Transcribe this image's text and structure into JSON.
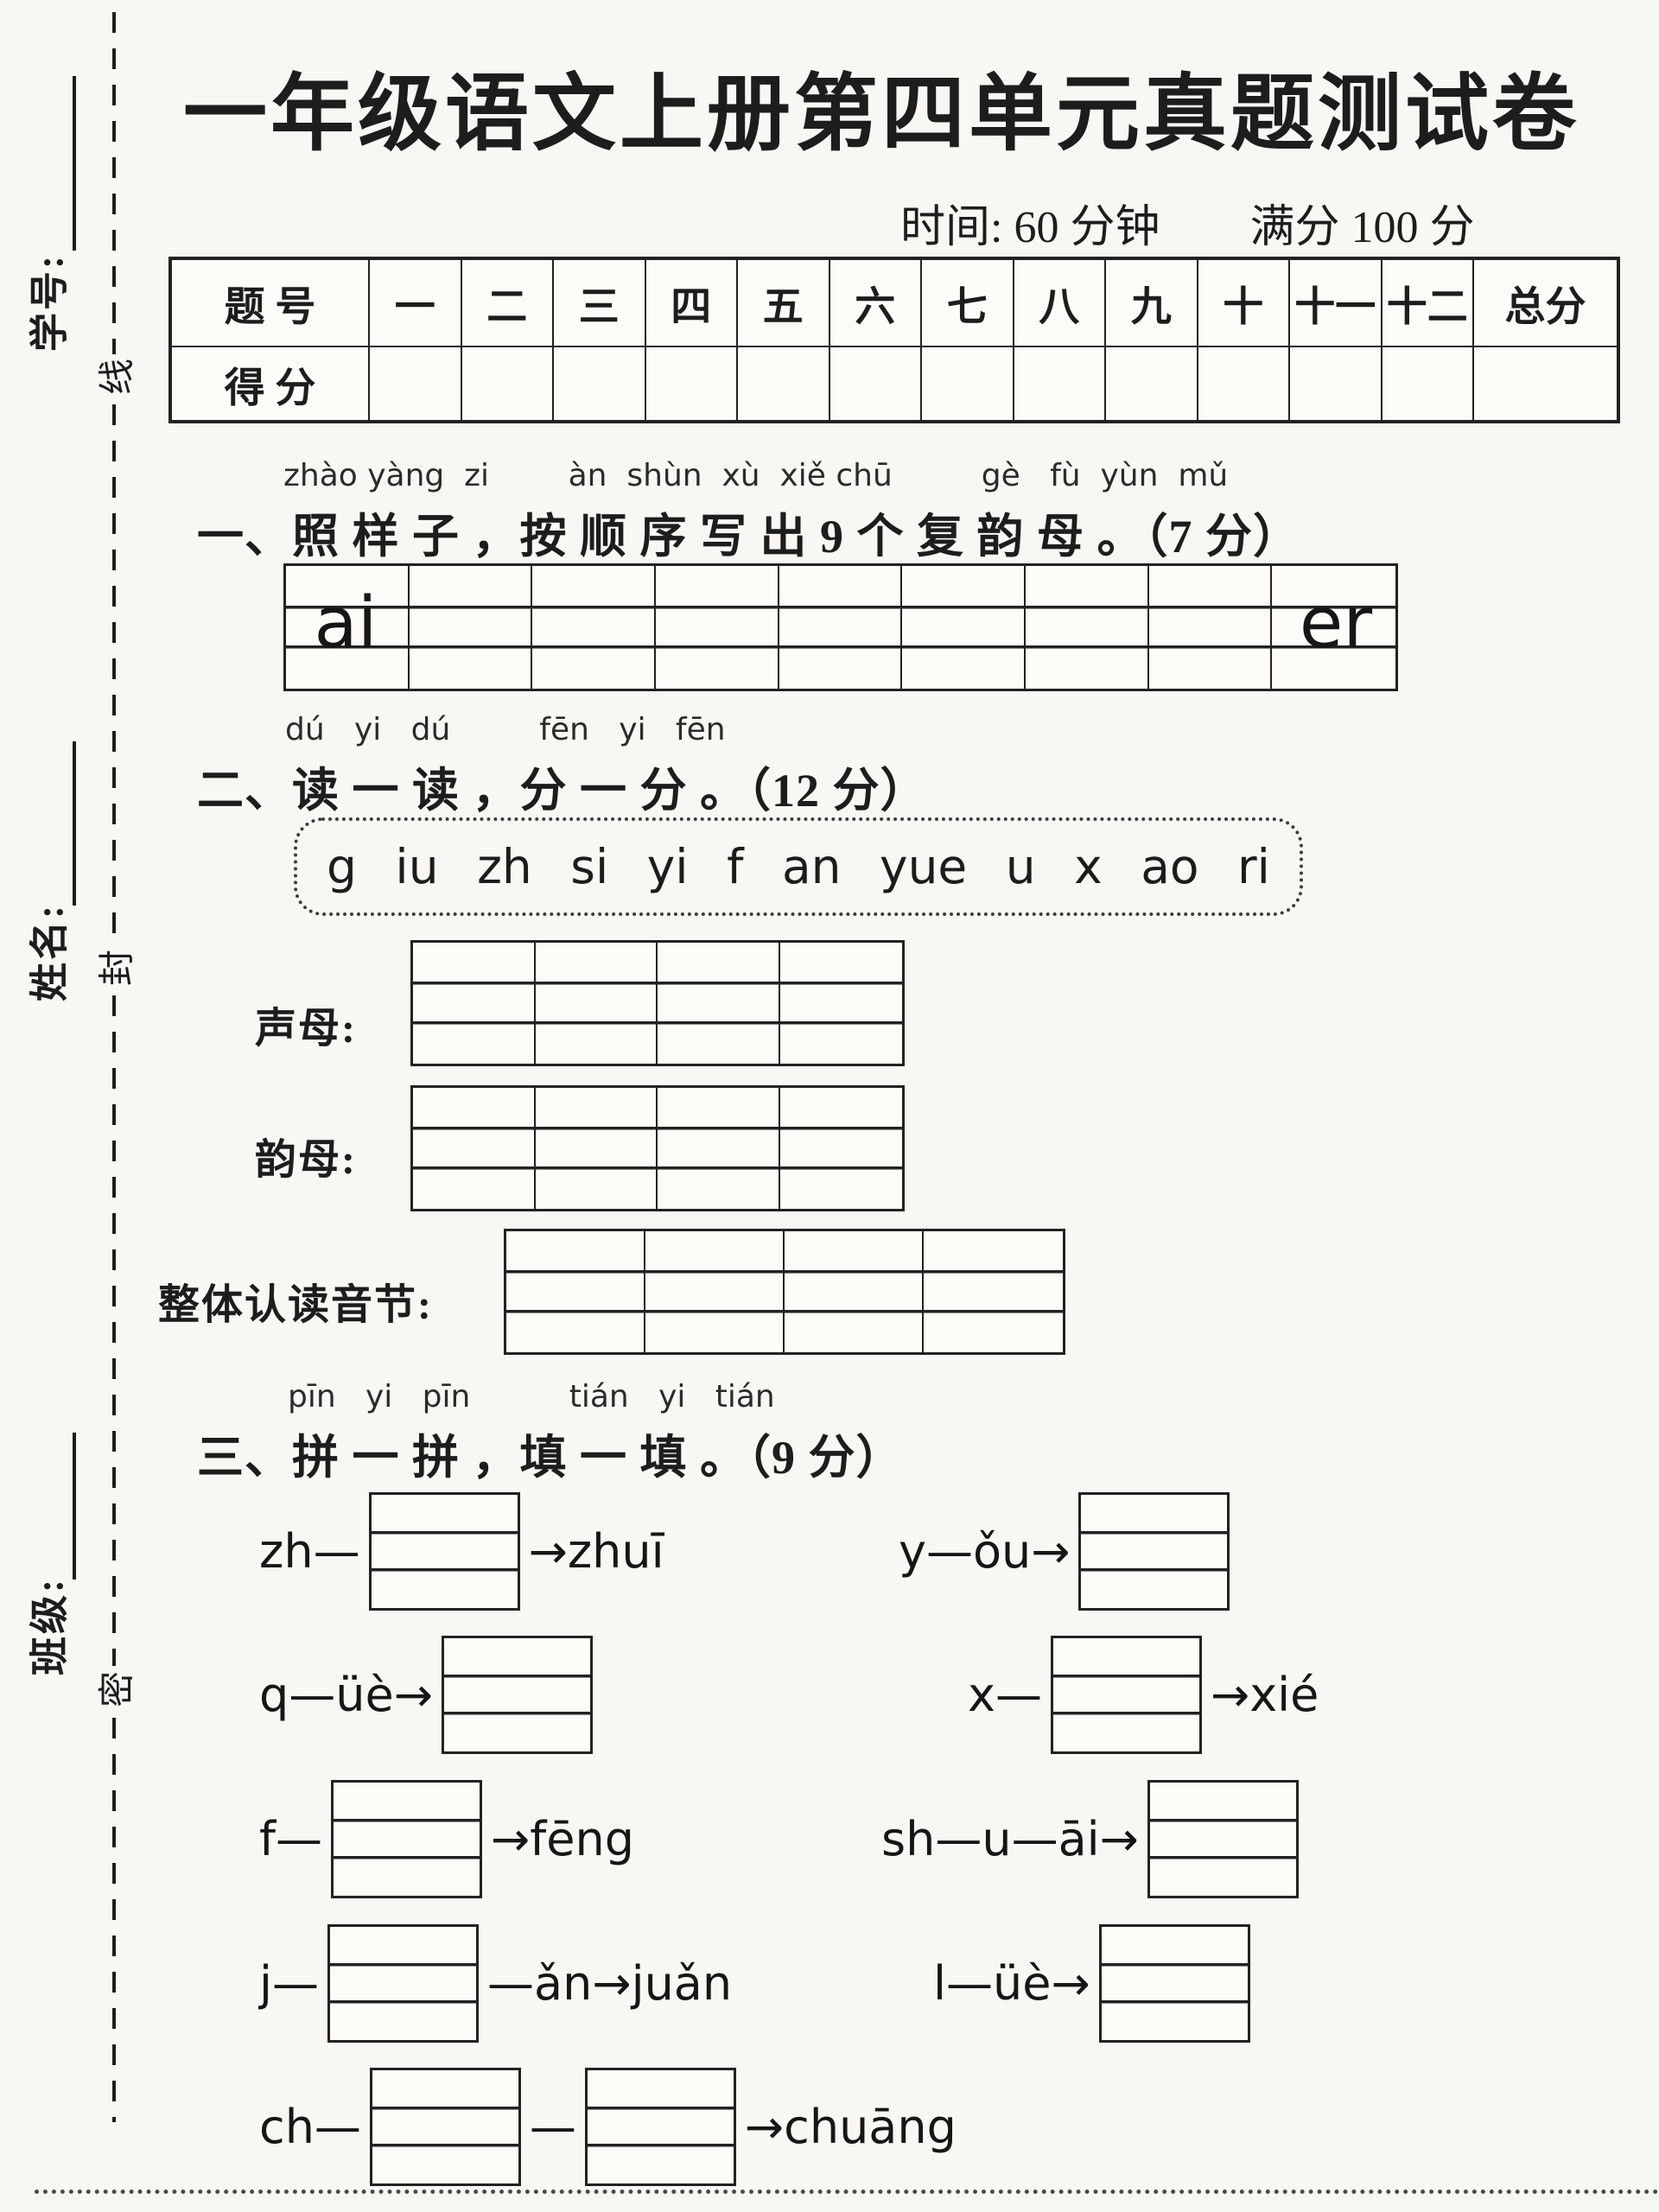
{
  "header": {
    "title": "一年级语文上册第四单元真题测试卷",
    "time_line": "时间: 60 分钟　　满分 100 分"
  },
  "margin": {
    "student_id_label": "学号:",
    "name_label": "姓名:",
    "class_label": "班级:",
    "seal_chars": {
      "top": "线",
      "middle": "封",
      "bottom": "密"
    }
  },
  "score_table": {
    "question_row_label": "题 号",
    "score_row_label": "得 分",
    "question_columns": [
      "一",
      "二",
      "三",
      "四",
      "五",
      "六",
      "七",
      "八",
      "九",
      "十",
      "十一",
      "十二",
      "总分"
    ]
  },
  "section_one": {
    "pinyin": "zhào yàng  zi        àn  shùn  xù  xiě chū         gè   fù  yùn  mǔ",
    "title": "一、照 样 子 ，按 顺 序 写 出 9 个 复 韵 母 。（7 分）",
    "example_first": "ai",
    "example_last": "er"
  },
  "section_two": {
    "pinyin": "dú   yi   dú         fēn   yi   fēn",
    "title": "二、读 一 读 ，分 一 分 。（12 分）",
    "letters": [
      "g",
      "iu",
      "zh",
      "si",
      "yi",
      "f",
      "an",
      "yue",
      "u",
      "x",
      "ao",
      "ri"
    ],
    "initials_label": "声母:",
    "finals_label": "韵母:",
    "whole_syllables_label": "整体认读音节:"
  },
  "section_three": {
    "pinyin": "pīn   yi   pīn          tián   yi   tián",
    "title": "三、拼 一 拼 ，填 一 填 。（9 分）",
    "items": [
      {
        "pre": "zh—",
        "post": "→zhuī"
      },
      {
        "pre": "y—ǒu→",
        "post": ""
      },
      {
        "pre": "q—üè→",
        "post": ""
      },
      {
        "pre": "x—",
        "post": "→xié"
      },
      {
        "pre": "f—",
        "post": "→fēng"
      },
      {
        "pre": "sh—u—āi→",
        "post": ""
      },
      {
        "pre": "j—",
        "post": "—ǎn→juǎn"
      },
      {
        "pre": "l—üè→",
        "post": ""
      },
      {
        "pre": "ch—",
        "mid": "—",
        "post": "→chuāng"
      }
    ]
  }
}
